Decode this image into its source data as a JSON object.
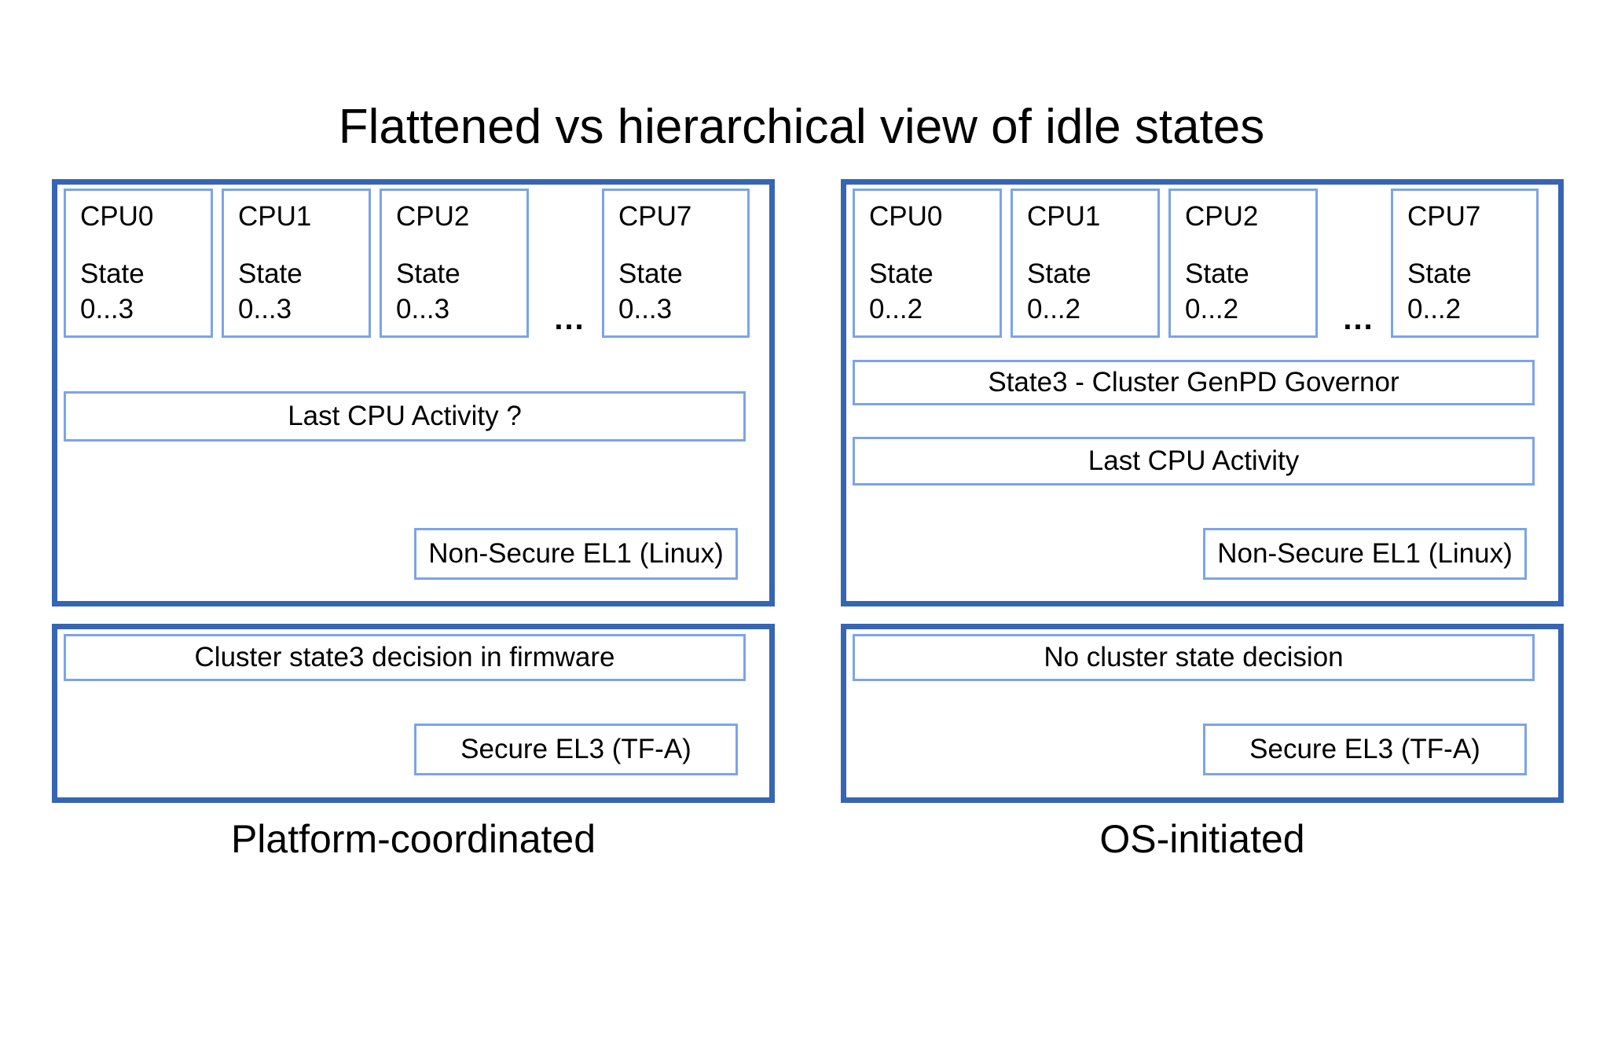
{
  "title": "Flattened vs hierarchical view of idle states",
  "colors": {
    "panel-border": "#3665b3",
    "box-border": "#7ba4e9",
    "text": "#000000",
    "background": "#ffffff"
  },
  "panels": [
    {
      "caption": "Platform-coordinated",
      "cpu_labels": [
        "CPU0",
        "CPU1",
        "CPU2",
        "CPU7"
      ],
      "cpu_state_line1": "State",
      "cpu_state_line2": "0...3",
      "ellipsis": "...",
      "activity_box": "Last CPU Activity ?",
      "kernel_layer_label": "Non-Secure EL1 (Linux)",
      "firmware_box": "Cluster state3 decision in firmware",
      "firmware_layer_label": "Secure EL3 (TF-A)"
    },
    {
      "caption": "OS-initiated",
      "cpu_labels": [
        "CPU0",
        "CPU1",
        "CPU2",
        "CPU7"
      ],
      "cpu_state_line1": "State",
      "cpu_state_line2": "0...2",
      "ellipsis": "...",
      "governor_box": "State3 - Cluster GenPD Governor",
      "activity_box": "Last CPU Activity",
      "kernel_layer_label": "Non-Secure EL1 (Linux)",
      "firmware_box": "No cluster state decision",
      "firmware_layer_label": "Secure EL3 (TF-A)"
    }
  ]
}
